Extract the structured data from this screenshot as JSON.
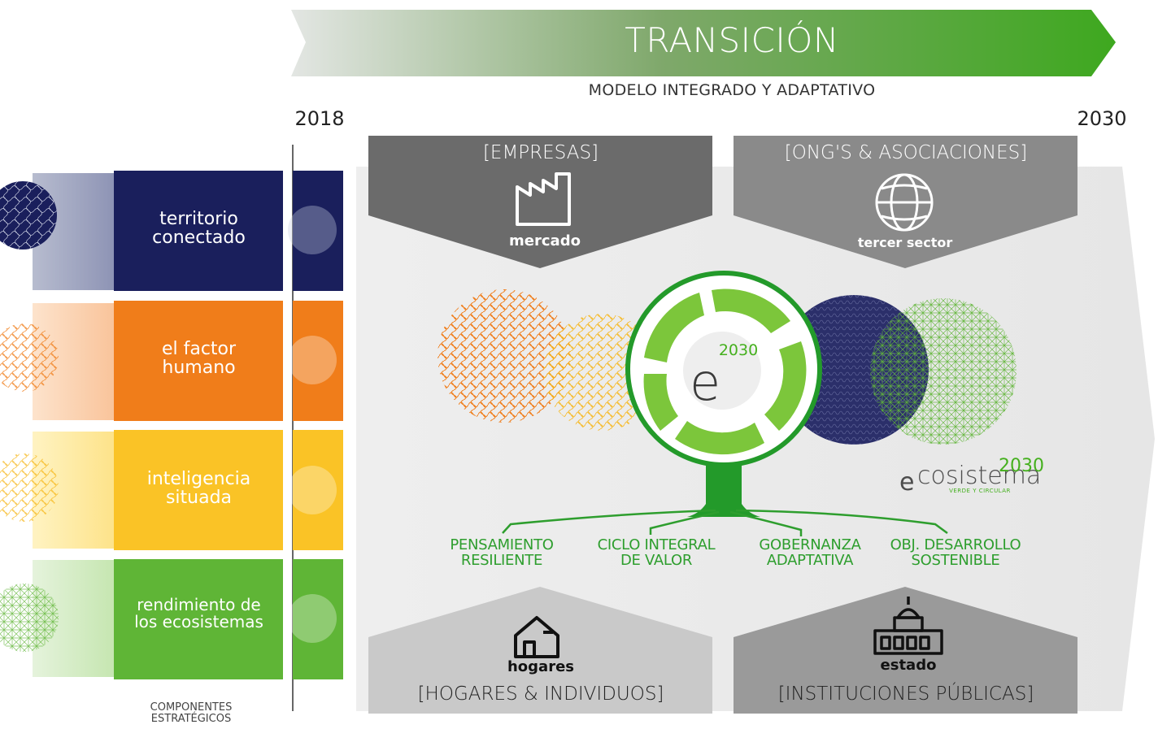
{
  "header": {
    "title": "TRANSICIÓN",
    "subtitle": "MODELO INTEGRADO Y ADAPTATIVO",
    "year_start": "2018",
    "year_end": "2030"
  },
  "components": {
    "footer_label": "COMPONENTES\nESTRATÉGICOS",
    "items": [
      {
        "label": "territorio\nconectado",
        "color": "#1a1f5c"
      },
      {
        "label": "el factor\nhumano",
        "color": "#f07d1a"
      },
      {
        "label": "inteligencia\nsituada",
        "color": "#fac326"
      },
      {
        "label": "rendimiento de\nlos ecosistemas",
        "color": "#5fb536"
      }
    ]
  },
  "sectors": {
    "top_left": {
      "label": "[EMPRESAS]",
      "icon": "factory-icon",
      "icon_label": "mercado"
    },
    "top_right": {
      "label": "[ONG'S & ASOCIACIONES]",
      "icon": "globe-icon",
      "icon_label": "tercer sector"
    },
    "bottom_left": {
      "label": "[HOGARES & INDIVIDUOS]",
      "icon": "house-icon",
      "icon_label": "hogares"
    },
    "bottom_right": {
      "label": "[INSTITUCIONES PÚBLICAS]",
      "icon": "government-building-icon",
      "icon_label": "estado"
    }
  },
  "center": {
    "year_mark": "2030",
    "pillars": [
      "PENSAMIENTO\nRESILIENTE",
      "CICLO INTEGRAL\nDE VALOR",
      "GOBERNANZA\nADAPTATIVA",
      "OBJ. DESARROLLO\nSOSTENIBLE"
    ]
  },
  "logo": {
    "word": "ecosistema",
    "year": "2030",
    "tagline": "VERDE Y CIRCULAR"
  },
  "colors": {
    "green": "#45b01e",
    "navy": "#1a1f5c",
    "orange": "#f07d1a",
    "yellow": "#fac326",
    "light_green": "#5fb536",
    "dark_gray": "#6b6b6b",
    "mid_gray": "#8a8a8a",
    "light_gray": "#c4c4c4"
  }
}
